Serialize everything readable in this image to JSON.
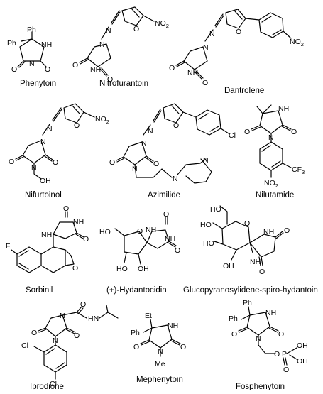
{
  "figure": {
    "compounds": [
      {
        "id": "phenytoin",
        "name": "Phenytoin",
        "atoms": {
          "n1": "NH",
          "n3": "N",
          "o2": "O",
          "o4": "O",
          "ph1": "Ph",
          "ph2": "Ph"
        }
      },
      {
        "id": "nitrofurantoin",
        "name": "Nitrofurantoin",
        "atoms": {
          "n_link": "N",
          "n_ring": "N",
          "nh": "NH",
          "o_ring": "O",
          "o_c1": "O",
          "o_c2": "O",
          "nitro": "NO",
          "nitro_sub": "2"
        }
      },
      {
        "id": "dantrolene",
        "name": "Dantrolene",
        "atoms": {
          "n_link": "N",
          "n_ring": "N",
          "nh": "NH",
          "o_furan": "O",
          "o_c1": "O",
          "o_c2": "O",
          "nitro": "NO",
          "nitro_sub": "2"
        }
      },
      {
        "id": "nifurtoinol",
        "name": "Nifurtoinol",
        "atoms": {
          "n_link": "N",
          "n1": "N",
          "n3": "N",
          "o_furan": "O",
          "o_c1": "O",
          "o_c2": "O",
          "oh": "OH",
          "nitro": "NO",
          "nitro_sub": "2"
        }
      },
      {
        "id": "azimilide",
        "name": "Azimilide",
        "atoms": {
          "n_link": "N",
          "n1": "N",
          "n3": "N",
          "o_furan": "O",
          "o_c1": "O",
          "o_c2": "O",
          "pip_n1": "N",
          "pip_n2": "N",
          "cl": "Cl"
        }
      },
      {
        "id": "nilutamide",
        "name": "Nilutamide",
        "atoms": {
          "nh": "NH",
          "n": "N",
          "o1": "O",
          "o2": "O",
          "nitro": "NO",
          "nitro_sub": "2",
          "cf3": "CF",
          "cf3_sub": "3"
        }
      },
      {
        "id": "sorbinil",
        "name": "Sorbinil",
        "atoms": {
          "nh1": "NH",
          "nh2": "NH",
          "o1": "O",
          "o2": "O",
          "o_ring": "O",
          "f": "F"
        }
      },
      {
        "id": "hydantocidin",
        "name": "(+)-Hydantocidin",
        "atoms": {
          "nh1": "NH",
          "nh2": "NH",
          "o1": "O",
          "o2": "O",
          "o_ring": "O",
          "ho1": "HO",
          "ho2": "HO",
          "oh": "OH"
        }
      },
      {
        "id": "glucopyranosylidene",
        "name": "Glucopyranosylidene-spiro-hydantoin",
        "atoms": {
          "nh1": "NH",
          "nh2": "NH",
          "o1": "O",
          "o2": "O",
          "o_ring": "O",
          "ho1": "HO",
          "ho2": "HO",
          "ho3": "HO",
          "oh": "OH"
        }
      },
      {
        "id": "iprodione",
        "name": "Iprodione",
        "atoms": {
          "n1": "N",
          "n2": "N",
          "nh": "N",
          "h": "H",
          "o1": "O",
          "o2": "O",
          "o3": "O",
          "cl1": "Cl",
          "cl2": "Cl"
        }
      },
      {
        "id": "mephenytoin",
        "name": "Mephenytoin",
        "atoms": {
          "nh": "NH",
          "n": "N",
          "o1": "O",
          "o2": "O",
          "et": "Et",
          "ph": "Ph",
          "me": "Me"
        }
      },
      {
        "id": "fosphenytoin",
        "name": "Fosphenytoin",
        "atoms": {
          "nh": "NH",
          "n": "N",
          "o1": "O",
          "o2": "O",
          "o3": "O",
          "o4": "O",
          "ph1": "Ph",
          "ph2": "Ph",
          "p": "P",
          "oh1": "OH",
          "oh2": "OH"
        }
      }
    ]
  }
}
